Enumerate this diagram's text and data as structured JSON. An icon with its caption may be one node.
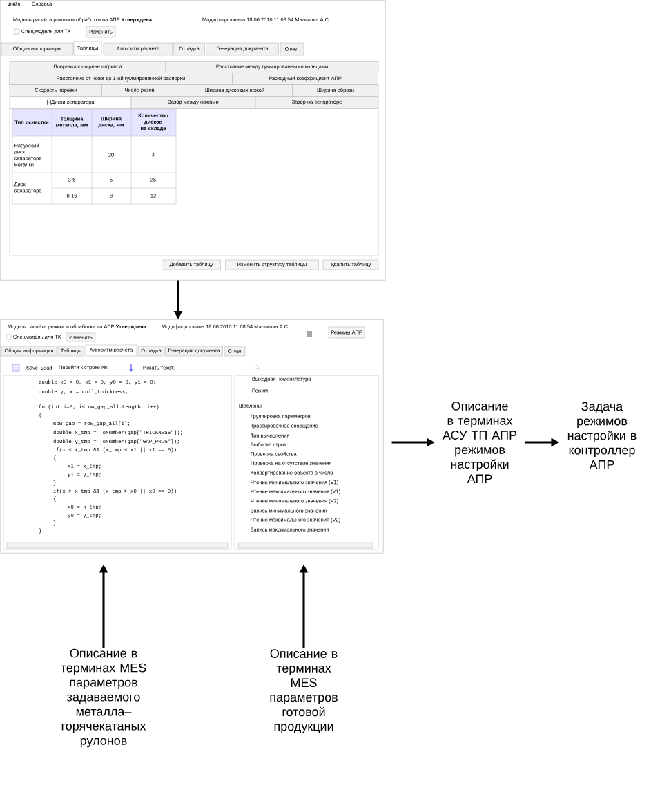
{
  "diagram": {
    "nodes": [
      {
        "text": [],
        "shape": "picture"
      },
      {
        "text": [],
        "shape": "picture"
      },
      {
        "text": [
          "Описание в терминах АСУ ТП АПР режимов настройки АПР"
        ]
      },
      {
        "text": [
          "Задача режимов настройки в контроллер АПР"
        ]
      },
      {
        "text": [
          "Описание в терминах MES параметров задаваемого металла– горячекатаных рулонов"
        ]
      },
      {
        "text": [
          "Описание в терминах MES параметров готовой продукции"
        ]
      }
    ],
    "edges": [
      {
        "from": 0,
        "to": 1,
        "arrow": "to"
      },
      {
        "from": 1,
        "to": 2,
        "arrow": "to"
      },
      {
        "from": 2,
        "to": 3,
        "arrow": "to"
      },
      {
        "from": 4,
        "to": 1,
        "arrow": "to"
      },
      {
        "from": 5,
        "to": 1,
        "arrow": "to"
      }
    ],
    "labels": [
      "Файл",
      "Справка",
      "Модель расчёта режимов обработки на АПР **Утверждена**",
      "Модифицирована:18.06.2010 11:08:54 Малькова А.С.",
      "Спец.модель для ТК",
      "Изменить",
      "Общая информация",
      "Таблицы",
      "Алгоритм расчёта",
      "Отладка",
      "Генерация документа",
      "Отчет",
      "Поправка к ширине штрипса",
      "Расстояние между гуммированными кольцами",
      "Расстояние от ножа до 1-ой гуммированной распорки",
      "Расходный коэффициент АПР",
      "Скорость порезки",
      "Число резов",
      "Ширина дисковых ножей",
      "Ширина обрези",
      "[-]Диски сепаратора",
      "Зазор между ножами",
      "Зазор на сепараторе",
      "Тип оснастки",
      "Толщина металла, мм",
      "Ширина диска, мм",
      "Количество дисков на складе",
      "Наружный диск сепаратора моталки",
      "20",
      "4",
      "Диск сепаратора",
      "3-6",
      "5",
      "25",
      "8-16",
      "8",
      "12",
      "Добавить таблицу",
      "Изменить структуру таблицы",
      "Удалить таблицу",
      "Модель расчёта режимов обработки на АПР **Утверждена**",
      "Модифицирована:18.06.2010 11:08:54 Малькова А.С.",
      "Спецмодель для ТК",
      "Изменить",
      "Режимы АПР",
      "Общая информация",
      "Таблицы",
      "Алгоритм расчёта",
      "Отладка",
      "Генерация документа",
      "Отчет",
      "Save",
      "Load",
      "Перейти к строке №:",
      "Искать текст:",
      "double x0 = 0, x1 = 0, y0 = 0, y1 = 0;",
      "double y, x = coil_thickness;",
      "for(int i=0; i<row_gap_all.Length; i++)",
      "{",
      "Row gap = row_gap_all[i];",
      "double x_tmp = ToNumber(gap[\"THICKNESS\"]);",
      "double y_tmp = ToNumber(gap[\"GAP_PROG\"]);",
      "if(x < x_tmp && (x_tmp < x1 || x1 == 0))",
      "{",
      "x1 = x_tmp;",
      "y1 = y_tmp;",
      "}",
      "if(x > x_tmp && (x_tmp > x0 || x0 == 0))",
      "{",
      "x0 = x_tmp;",
      "y0 = y_tmp;",
      "}",
      "}",
      "Выходная номенклатура",
      "Режим",
      "Шаблоны",
      "Группировка параметров",
      "Трассировочное сообщение",
      "Тип вычисления",
      "Выборка строк",
      "Проверка свойства",
      "Проверка на отсутствие значения",
      "Конвертирование объекта в число",
      "Чтение минимального значения (V1)",
      "Чтение максимального значения (V1)",
      "Чтение минимального значения (V2)",
      "Запись минимального значения",
      "Чтение максимального значения (V2)",
      "Запись максимального значения"
    ]
  }
}
